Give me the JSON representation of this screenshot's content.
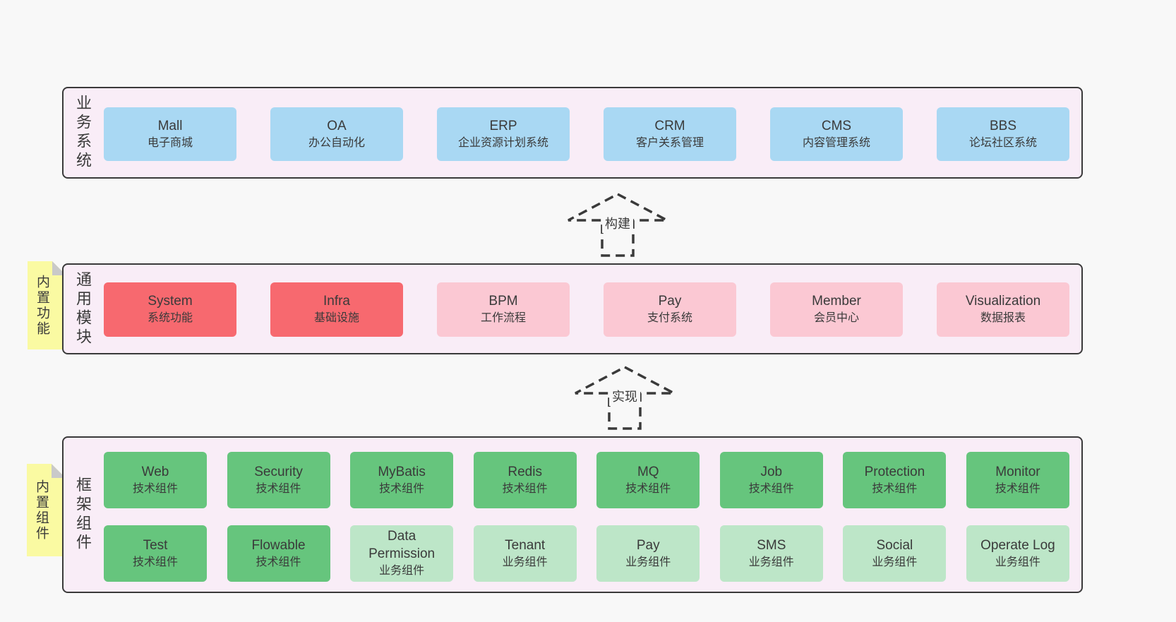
{
  "colors": {
    "page": "#f8f8f8",
    "layer_bg": "#f9edf7",
    "border": "#3a3a3a",
    "text": "#3a3a3a",
    "blue": "#a9d8f3",
    "red": "#f7696f",
    "pink": "#fbc8d3",
    "green": "#66c57d",
    "lightgreen": "#bde6c8",
    "note_yellow": "#fafaa2",
    "note_fold": "#c9c9c9"
  },
  "arrows": [
    {
      "label": "构建"
    },
    {
      "label": "实现"
    }
  ],
  "layers": [
    {
      "label": "业务系统",
      "boxes": [
        {
          "title": "Mall",
          "subtitle": "电子商城"
        },
        {
          "title": "OA",
          "subtitle": "办公自动化"
        },
        {
          "title": "ERP",
          "subtitle": "企业资源计划系统"
        },
        {
          "title": "CRM",
          "subtitle": "客户关系管理"
        },
        {
          "title": "CMS",
          "subtitle": "内容管理系统"
        },
        {
          "title": "BBS",
          "subtitle": "论坛社区系统"
        }
      ]
    },
    {
      "label": "通用模块",
      "note": "内置功能",
      "boxes": [
        {
          "title": "System",
          "subtitle": "系统功能"
        },
        {
          "title": "Infra",
          "subtitle": "基础设施"
        },
        {
          "title": "BPM",
          "subtitle": "工作流程"
        },
        {
          "title": "Pay",
          "subtitle": "支付系统"
        },
        {
          "title": "Member",
          "subtitle": "会员中心"
        },
        {
          "title": "Visualization",
          "subtitle": "数据报表"
        }
      ]
    },
    {
      "label": "框架组件",
      "note": "内置组件",
      "rows": [
        [
          {
            "title": "Web",
            "subtitle": "技术组件"
          },
          {
            "title": "Security",
            "subtitle": "技术组件"
          },
          {
            "title": "MyBatis",
            "subtitle": "技术组件"
          },
          {
            "title": "Redis",
            "subtitle": "技术组件"
          },
          {
            "title": "MQ",
            "subtitle": "技术组件"
          },
          {
            "title": "Job",
            "subtitle": "技术组件"
          },
          {
            "title": "Protection",
            "subtitle": "技术组件"
          },
          {
            "title": "Monitor",
            "subtitle": "技术组件"
          }
        ],
        [
          {
            "title": "Test",
            "subtitle": "技术组件"
          },
          {
            "title": "Flowable",
            "subtitle": "技术组件"
          },
          {
            "title": "Data Permission",
            "subtitle": "业务组件"
          },
          {
            "title": "Tenant",
            "subtitle": "业务组件"
          },
          {
            "title": "Pay",
            "subtitle": "业务组件"
          },
          {
            "title": "SMS",
            "subtitle": "业务组件"
          },
          {
            "title": "Social",
            "subtitle": "业务组件"
          },
          {
            "title": "Operate Log",
            "subtitle": "业务组件"
          }
        ]
      ]
    }
  ]
}
